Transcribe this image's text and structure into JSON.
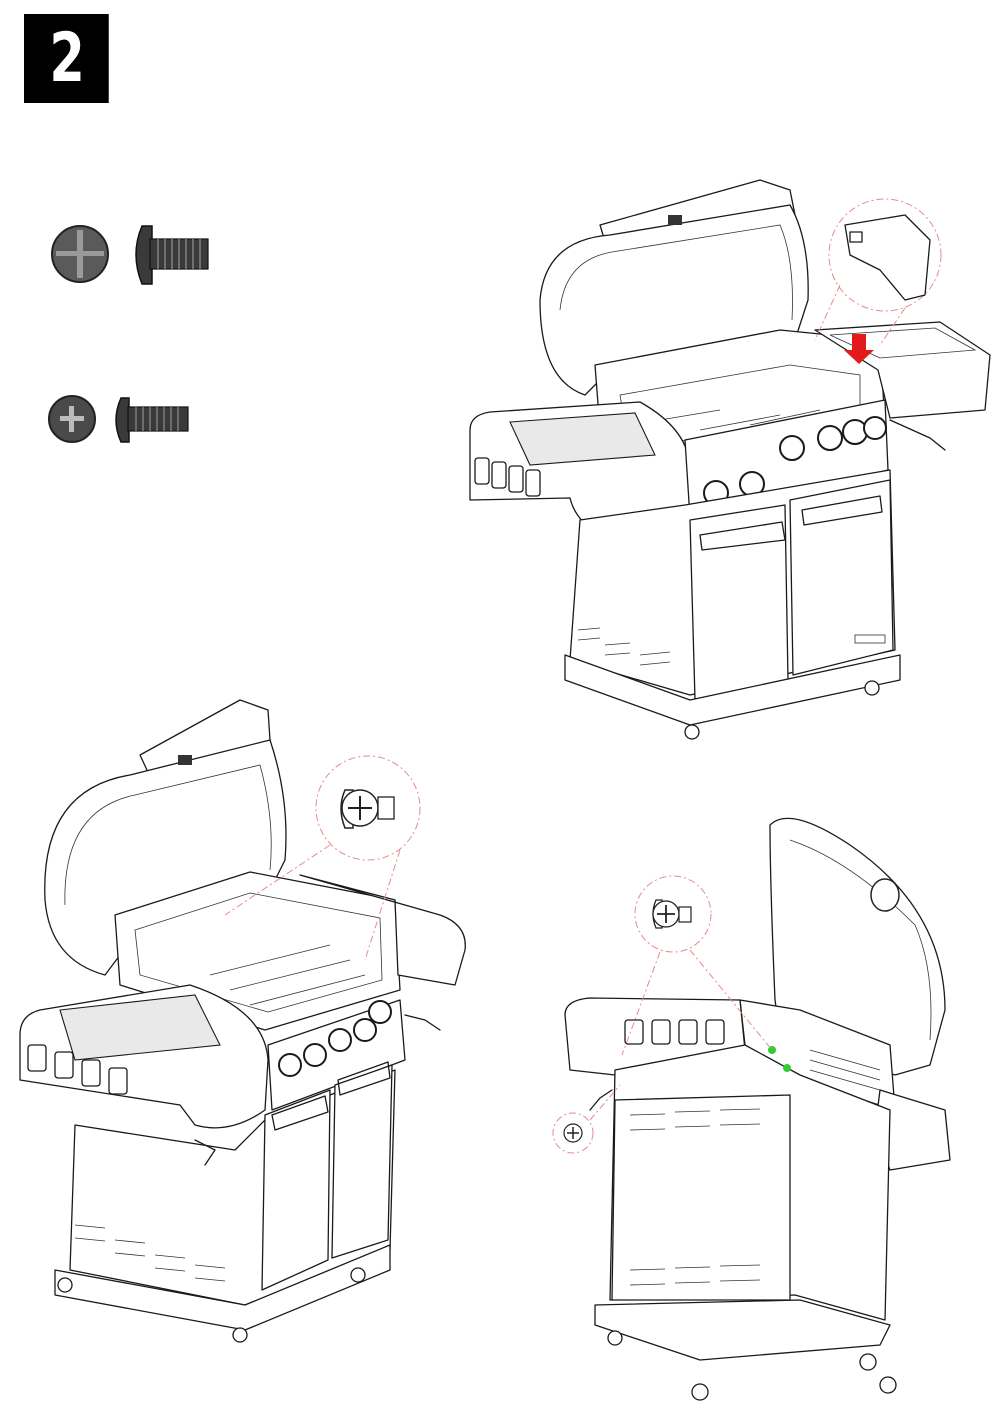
{
  "step": {
    "number": "2"
  },
  "hardware": [
    {
      "name": "bolt-a",
      "icon": "phillips-bolt-icon"
    },
    {
      "name": "bolt-b",
      "icon": "phillips-bolt-icon"
    }
  ],
  "colors": {
    "arrow": "#e21a1a",
    "callout": "#e88a8a",
    "highlight": "#33cc33"
  }
}
